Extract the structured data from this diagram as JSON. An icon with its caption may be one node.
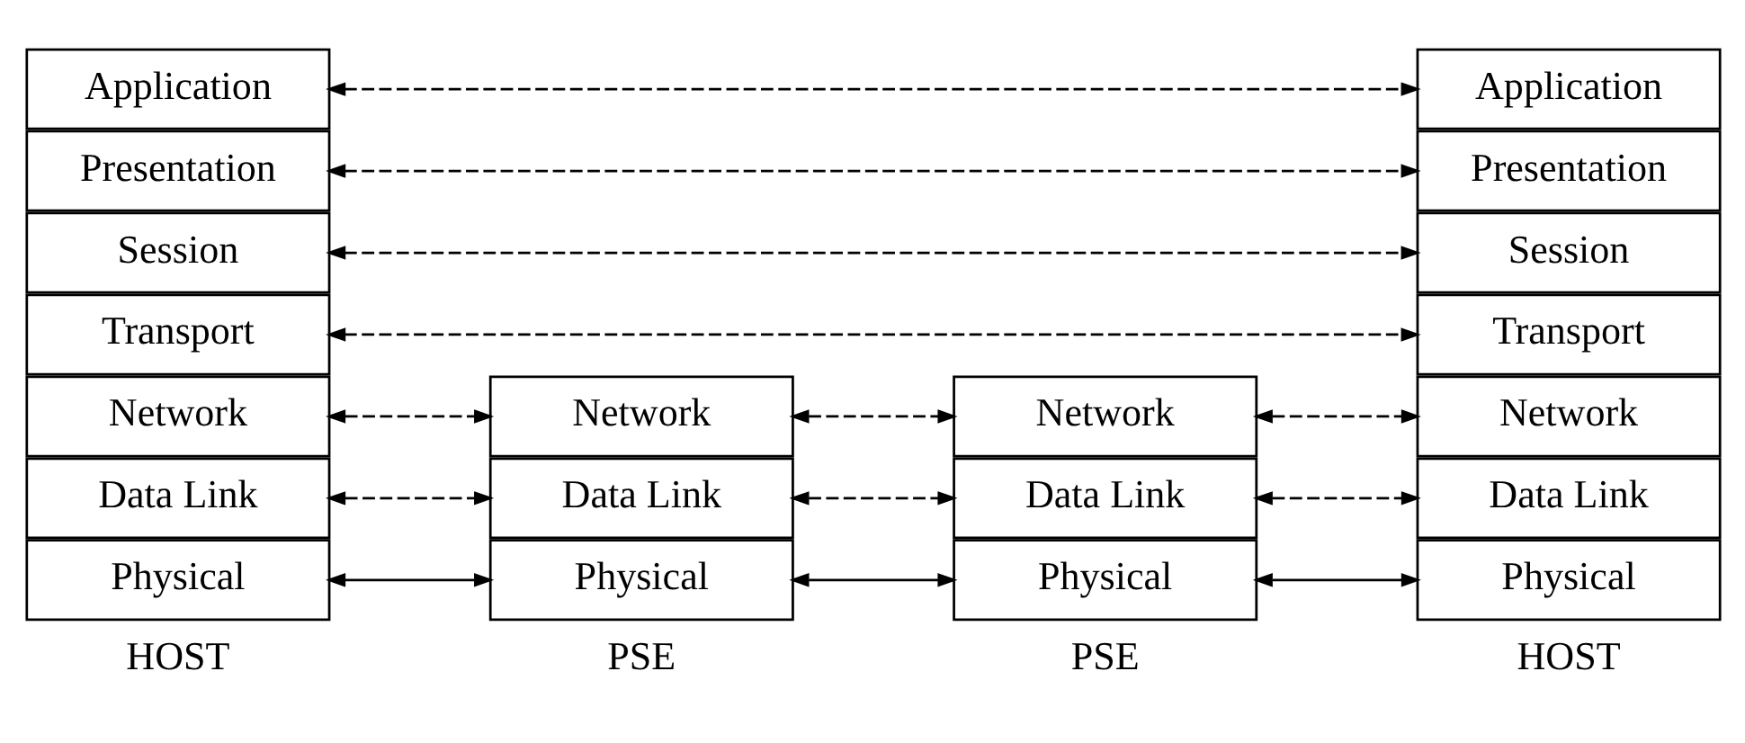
{
  "diagram": {
    "nodes": [
      {
        "text": [
          "Application"
        ]
      },
      {
        "text": [
          "Application"
        ]
      },
      {
        "text": [
          "Presentation"
        ]
      },
      {
        "text": [
          "Presentation"
        ]
      },
      {
        "text": [
          "Session"
        ]
      },
      {
        "text": [
          "Session"
        ]
      },
      {
        "text": [
          "Transport"
        ]
      },
      {
        "text": [
          "Transport"
        ]
      },
      {
        "text": [
          "Network"
        ]
      },
      {
        "text": [
          "Network"
        ]
      },
      {
        "text": [
          "Network"
        ]
      },
      {
        "text": [
          "Network"
        ]
      },
      {
        "text": [
          "Data Link"
        ]
      },
      {
        "text": [
          "Data Link"
        ]
      },
      {
        "text": [
          "Data Link"
        ]
      },
      {
        "text": [
          "Data Link"
        ]
      },
      {
        "text": [
          "Physical"
        ]
      },
      {
        "text": [
          "Physical"
        ]
      },
      {
        "text": [
          "Physical"
        ]
      },
      {
        "text": [
          "Physical"
        ]
      }
    ],
    "edges": [
      {
        "from": 0,
        "to": 1,
        "arrow": "both",
        "style": "dashed"
      },
      {
        "from": 2,
        "to": 3,
        "arrow": "both",
        "style": "dashed"
      },
      {
        "from": 4,
        "to": 5,
        "arrow": "both",
        "style": "dashed"
      },
      {
        "from": 6,
        "to": 7,
        "arrow": "both",
        "style": "dashed"
      },
      {
        "from": 8,
        "to": 9,
        "arrow": "both",
        "style": "dashed"
      },
      {
        "from": 9,
        "to": 10,
        "arrow": "both",
        "style": "dashed"
      },
      {
        "from": 10,
        "to": 11,
        "arrow": "both",
        "style": "dashed"
      },
      {
        "from": 12,
        "to": 13,
        "arrow": "both",
        "style": "dashed"
      },
      {
        "from": 13,
        "to": 14,
        "arrow": "both",
        "style": "dashed"
      },
      {
        "from": 14,
        "to": 15,
        "arrow": "both",
        "style": "dashed"
      },
      {
        "from": 16,
        "to": 17,
        "arrow": "both"
      },
      {
        "from": 17,
        "to": 18,
        "arrow": "both"
      },
      {
        "from": 18,
        "to": 19,
        "arrow": "both"
      }
    ],
    "labels": [
      "HOST",
      "PSE",
      "PSE",
      "HOST"
    ]
  }
}
